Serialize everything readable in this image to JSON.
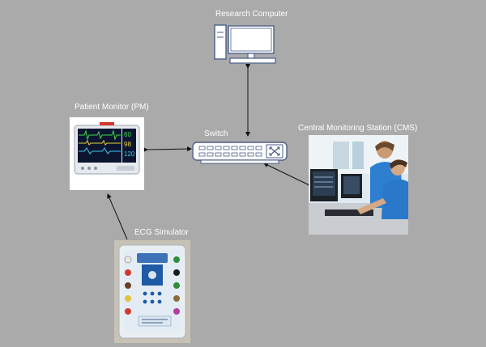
{
  "diagram": {
    "nodes": {
      "research": {
        "label": "Research Computer",
        "icon": "desktop-computer-icon"
      },
      "pm": {
        "label": "Patient Monitor (PM)",
        "icon": "patient-monitor-photo"
      },
      "switch": {
        "label": "Switch",
        "icon": "network-switch-icon"
      },
      "cms": {
        "label": "Central Monitoring Station (CMS)",
        "icon": "monitoring-station-photo"
      },
      "ecg": {
        "label": "ECG Simulator",
        "icon": "ecg-simulator-photo"
      }
    },
    "links": [
      {
        "from": "research",
        "to": "switch",
        "direction": "both"
      },
      {
        "from": "pm",
        "to": "switch",
        "direction": "both"
      },
      {
        "from": "cms",
        "to": "switch",
        "direction": "both"
      },
      {
        "from": "ecg",
        "to": "pm",
        "direction": "to-target"
      }
    ],
    "colors": {
      "background": "#aaaaaa",
      "label": "#ffffff",
      "arrow": "#111111",
      "device_outline": "#4b5f8a",
      "device_fill": "#ffffff"
    }
  }
}
